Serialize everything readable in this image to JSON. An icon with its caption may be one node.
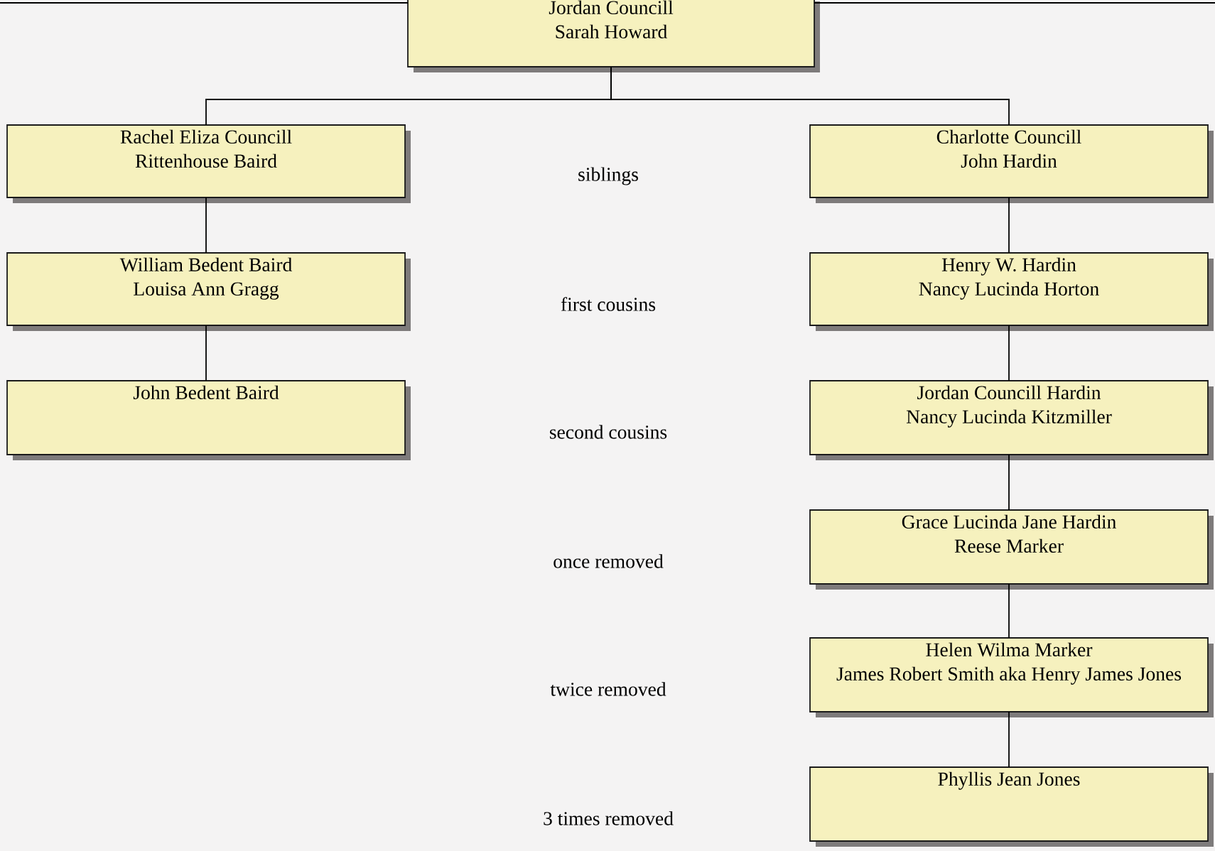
{
  "diagram": {
    "nodes": [
      {
        "text": [
          "Jordan Councill",
          "Sarah Howard"
        ]
      },
      {
        "text": [
          "Rachel Eliza Councill",
          "Rittenhouse Baird"
        ]
      },
      {
        "text": [
          "Charlotte Councill",
          "John Hardin"
        ]
      },
      {
        "text": [
          "William Bedent Baird",
          "Louisa Ann Gragg"
        ]
      },
      {
        "text": [
          "John Bedent Baird"
        ]
      },
      {
        "text": [
          "Henry W. Hardin",
          "Nancy Lucinda Horton"
        ]
      },
      {
        "text": [
          "Jordan Councill Hardin",
          "Nancy Lucinda Kitzmiller"
        ]
      },
      {
        "text": [
          "Grace Lucinda Jane Hardin",
          "Reese Marker"
        ]
      },
      {
        "text": [
          "Helen Wilma Marker",
          "James Robert Smith aka Henry James Jones"
        ]
      },
      {
        "text": [
          "Phyllis Jean Jones"
        ]
      }
    ],
    "edges": [
      {
        "from": 0,
        "to": 1,
        "arrow": "none"
      },
      {
        "from": 0,
        "to": 2,
        "arrow": "none"
      },
      {
        "from": 1,
        "to": 3,
        "arrow": "none"
      },
      {
        "from": 3,
        "to": 4,
        "arrow": "none"
      },
      {
        "from": 2,
        "to": 5,
        "arrow": "none"
      },
      {
        "from": 5,
        "to": 6,
        "arrow": "none"
      },
      {
        "from": 6,
        "to": 7,
        "arrow": "none"
      },
      {
        "from": 7,
        "to": 8,
        "arrow": "none"
      },
      {
        "from": 8,
        "to": 9,
        "arrow": "none"
      },
      {
        "from": null,
        "to": 0,
        "arrow": "none"
      },
      {
        "from": null,
        "to": 0,
        "arrow": "none"
      }
    ],
    "labels": [
      "siblings",
      "first cousins",
      "second cousins",
      "once removed",
      "twice removed",
      "3 times removed"
    ]
  }
}
